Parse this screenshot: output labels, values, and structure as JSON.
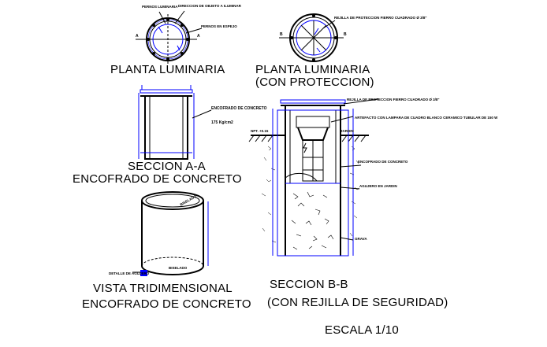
{
  "views": {
    "planta_a": {
      "title": "PLANTA LUMINARIA",
      "labels": [
        "PERNOS LUMINARIA",
        "DIRECCION DE OBJETO A ILUMINAR",
        "PERNOS EN ESPEJO"
      ],
      "cut_marks": [
        "A",
        "A"
      ]
    },
    "planta_b": {
      "title_line1": "PLANTA LUMINARIA",
      "title_line2": "(CON PROTECCION)",
      "labels": [
        "REJILLA DE PROTECCION FIERRO CUADRADO Ø 3/8\""
      ],
      "cut_marks": [
        "B",
        "B"
      ]
    },
    "seccion_a": {
      "title_line1": "SECCION A-A",
      "title_line2": "ENCOFRADO DE CONCRETO",
      "labels": [
        "ENCOFRADO DE CONCRETO",
        "175 Kg/cm2"
      ]
    },
    "seccion_b": {
      "title_line1": "SECCION B-B",
      "title_line2": "(CON REJILLA DE SEGURIDAD)",
      "labels": [
        "REJILLA DE PROTECCION FIERRO CUADRADO Ø 3/8\"",
        "ARTEFACTO CON LAMPARA DE CUADRO BLANCO CERAMICO TUBULAR DE 150 W",
        "NPT. +0.15",
        "JARDIN",
        "ENCOFRADO DE CONCRETO",
        "AGUJERO EN JARDIN",
        "GRAVA"
      ]
    },
    "vista_3d": {
      "title_line1": "VISTA TRIDIMENSIONAL",
      "title_line2": "ENCOFRADO DE CONCRETO",
      "labels": [
        "DETALLE DE AGUJERO",
        "BISELADO",
        "BISELADO"
      ]
    }
  },
  "scale": "ESCALA 1/10",
  "colors": {
    "linework": "#000000",
    "dimension": "#0000ff"
  }
}
